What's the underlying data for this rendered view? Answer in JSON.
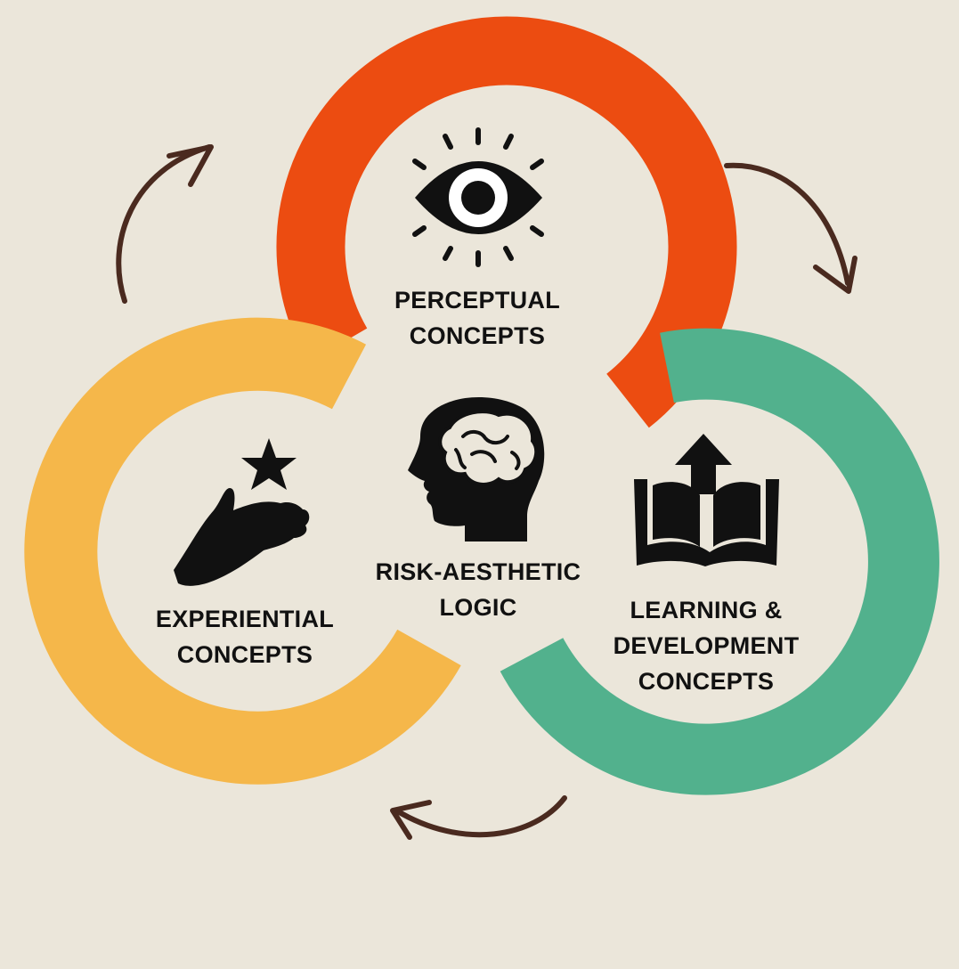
{
  "colors": {
    "background": "#ebe6da",
    "perceptual_ring": "#ec4c11",
    "experiential_ring": "#f5b74a",
    "learning_ring": "#52b18d",
    "arrow": "#4a2a1f",
    "icon": "#111111",
    "text": "#111111"
  },
  "nodes": {
    "perceptual": {
      "icon": "eye-icon",
      "label_line1": "PERCEPTUAL",
      "label_line2": "CONCEPTS"
    },
    "experiential": {
      "icon": "hand-star-icon",
      "label_line1": "EXPERIENTIAL",
      "label_line2": "CONCEPTS"
    },
    "learning": {
      "icon": "book-arrow-icon",
      "label_line1": "LEARNING &",
      "label_line2": "DEVELOPMENT",
      "label_line3": "CONCEPTS"
    },
    "center": {
      "icon": "brain-head-icon",
      "label_line1": "RISK-AESTHETIC",
      "label_line2": "LOGIC"
    }
  },
  "cycle_arrows": [
    "curved-arrow-icon",
    "curved-arrow-icon",
    "curved-arrow-icon"
  ]
}
